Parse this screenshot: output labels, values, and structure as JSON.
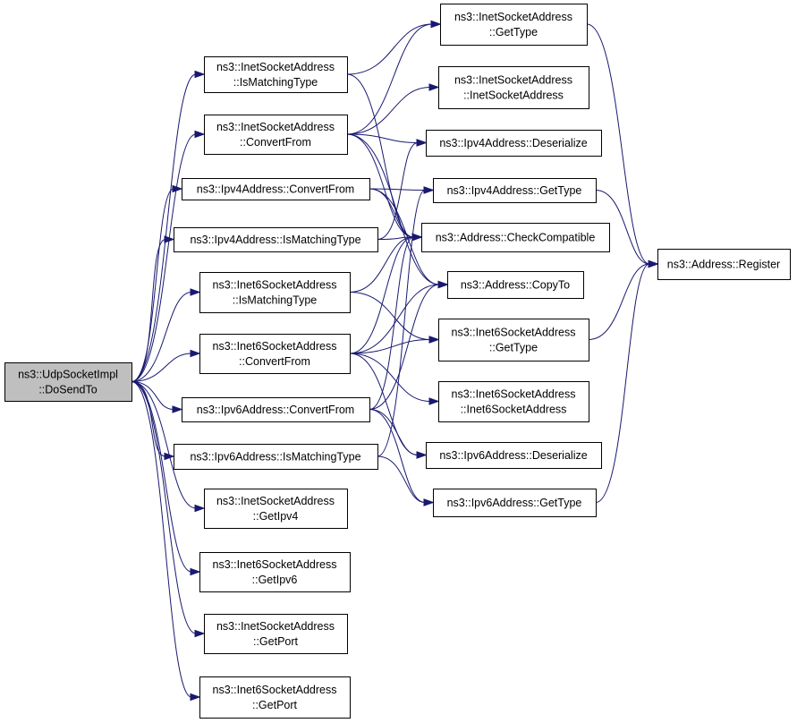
{
  "nodes": {
    "root": {
      "lines": [
        "ns3::UdpSocketImpl",
        "::DoSendTo"
      ]
    },
    "isv4_match": {
      "lines": [
        "ns3::InetSocketAddress",
        "::IsMatchingType"
      ]
    },
    "isv4_conv": {
      "lines": [
        "ns3::InetSocketAddress",
        "::ConvertFrom"
      ]
    },
    "v4_conv": {
      "lines": [
        "ns3::Ipv4Address::ConvertFrom"
      ]
    },
    "v4_match": {
      "lines": [
        "ns3::Ipv4Address::IsMatchingType"
      ]
    },
    "is6_match": {
      "lines": [
        "ns3::Inet6SocketAddress",
        "::IsMatchingType"
      ]
    },
    "is6_conv": {
      "lines": [
        "ns3::Inet6SocketAddress",
        "::ConvertFrom"
      ]
    },
    "v6_conv": {
      "lines": [
        "ns3::Ipv6Address::ConvertFrom"
      ]
    },
    "v6_match": {
      "lines": [
        "ns3::Ipv6Address::IsMatchingType"
      ]
    },
    "isv4_getipv4": {
      "lines": [
        "ns3::InetSocketAddress",
        "::GetIpv4"
      ]
    },
    "is6_getipv6": {
      "lines": [
        "ns3::Inet6SocketAddress",
        "::GetIpv6"
      ]
    },
    "isv4_getport": {
      "lines": [
        "ns3::InetSocketAddress",
        "::GetPort"
      ]
    },
    "is6_getport": {
      "lines": [
        "ns3::Inet6SocketAddress",
        "::GetPort"
      ]
    },
    "isv4_gettype": {
      "lines": [
        "ns3::InetSocketAddress",
        "::GetType"
      ]
    },
    "isv4_ctor": {
      "lines": [
        "ns3::InetSocketAddress",
        "::InetSocketAddress"
      ]
    },
    "v4_deser": {
      "lines": [
        "ns3::Ipv4Address::Deserialize"
      ]
    },
    "v4_gettype": {
      "lines": [
        "ns3::Ipv4Address::GetType"
      ]
    },
    "checkcompat": {
      "lines": [
        "ns3::Address::CheckCompatible"
      ]
    },
    "copyto": {
      "lines": [
        "ns3::Address::CopyTo"
      ]
    },
    "is6_gettype": {
      "lines": [
        "ns3::Inet6SocketAddress",
        "::GetType"
      ]
    },
    "is6_ctor": {
      "lines": [
        "ns3::Inet6SocketAddress",
        "::Inet6SocketAddress"
      ]
    },
    "v6_deser": {
      "lines": [
        "ns3::Ipv6Address::Deserialize"
      ]
    },
    "v6_gettype": {
      "lines": [
        "ns3::Ipv6Address::GetType"
      ]
    },
    "register": {
      "lines": [
        "ns3::Address::Register"
      ]
    }
  },
  "edges": [
    [
      "root",
      "isv4_match"
    ],
    [
      "root",
      "isv4_conv"
    ],
    [
      "root",
      "v4_conv"
    ],
    [
      "root",
      "v4_match"
    ],
    [
      "root",
      "is6_match"
    ],
    [
      "root",
      "is6_conv"
    ],
    [
      "root",
      "v6_conv"
    ],
    [
      "root",
      "v6_match"
    ],
    [
      "root",
      "isv4_getipv4"
    ],
    [
      "root",
      "is6_getipv6"
    ],
    [
      "root",
      "isv4_getport"
    ],
    [
      "root",
      "is6_getport"
    ],
    [
      "isv4_match",
      "isv4_gettype"
    ],
    [
      "isv4_match",
      "checkcompat"
    ],
    [
      "isv4_conv",
      "isv4_gettype"
    ],
    [
      "isv4_conv",
      "isv4_ctor"
    ],
    [
      "isv4_conv",
      "v4_deser"
    ],
    [
      "isv4_conv",
      "checkcompat"
    ],
    [
      "isv4_conv",
      "copyto"
    ],
    [
      "v4_conv",
      "v4_gettype"
    ],
    [
      "v4_conv",
      "checkcompat"
    ],
    [
      "v4_conv",
      "copyto"
    ],
    [
      "v4_match",
      "v4_deser"
    ],
    [
      "v4_match",
      "checkcompat"
    ],
    [
      "is6_match",
      "checkcompat"
    ],
    [
      "is6_match",
      "is6_gettype"
    ],
    [
      "is6_conv",
      "checkcompat"
    ],
    [
      "is6_conv",
      "copyto"
    ],
    [
      "is6_conv",
      "is6_gettype"
    ],
    [
      "is6_conv",
      "is6_ctor"
    ],
    [
      "is6_conv",
      "v6_deser"
    ],
    [
      "v6_conv",
      "checkcompat"
    ],
    [
      "v6_conv",
      "copyto"
    ],
    [
      "v6_conv",
      "v6_deser"
    ],
    [
      "v6_conv",
      "v6_gettype"
    ],
    [
      "v6_match",
      "v4_gettype"
    ],
    [
      "v6_match",
      "v6_gettype"
    ],
    [
      "isv4_gettype",
      "register"
    ],
    [
      "v4_gettype",
      "register"
    ],
    [
      "is6_gettype",
      "register"
    ],
    [
      "v6_gettype",
      "register"
    ]
  ]
}
